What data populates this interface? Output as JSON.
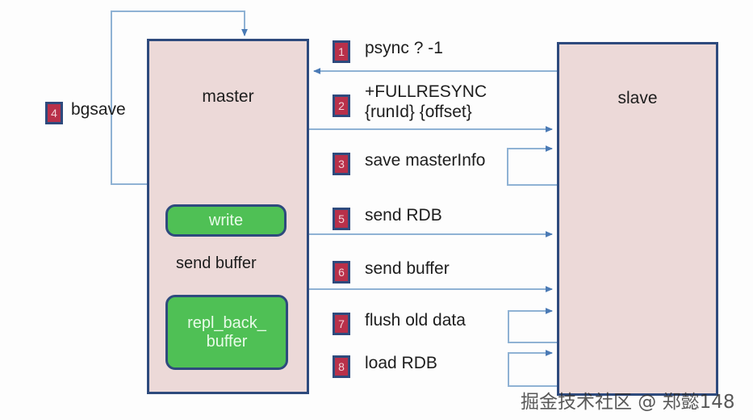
{
  "diagram": {
    "title": "Redis master-slave full replication (psync) flow",
    "colors": {
      "node_fill": "#ecd9d8",
      "node_border": "#2e4a7d",
      "buffer_fill": "#4fc055",
      "badge_fill": "#b8304a",
      "badge_border": "#2e4a7d",
      "wire": "#7ba3cc",
      "text": "#1d1d1d"
    },
    "nodes": [
      {
        "id": "master",
        "label": "master"
      },
      {
        "id": "slave",
        "label": "slave"
      }
    ],
    "buffers": [
      {
        "id": "write",
        "label": "write"
      },
      {
        "id": "repl_back_buffer",
        "label": "repl_back_\nbuffer"
      }
    ],
    "inner_labels": [
      {
        "id": "send-buffer",
        "label": "send buffer"
      }
    ],
    "steps": [
      {
        "num": "1",
        "label": "psync ? -1",
        "direction": "slave-to-master"
      },
      {
        "num": "2",
        "label": "+FULLRESYNC\n{runId} {offset}",
        "direction": "master-to-slave"
      },
      {
        "num": "3",
        "label": "save masterInfo",
        "direction": "slave-self-loop"
      },
      {
        "num": "4",
        "label": "bgsave",
        "direction": "master-self-loop"
      },
      {
        "num": "5",
        "label": "send RDB",
        "direction": "master-to-slave"
      },
      {
        "num": "6",
        "label": "send buffer",
        "direction": "master-to-slave"
      },
      {
        "num": "7",
        "label": "flush old data",
        "direction": "slave-self-loop"
      },
      {
        "num": "8",
        "label": "load RDB",
        "direction": "slave-self-loop"
      }
    ]
  },
  "watermark": {
    "text": "掘金技术社区 @ 郑懿148"
  }
}
